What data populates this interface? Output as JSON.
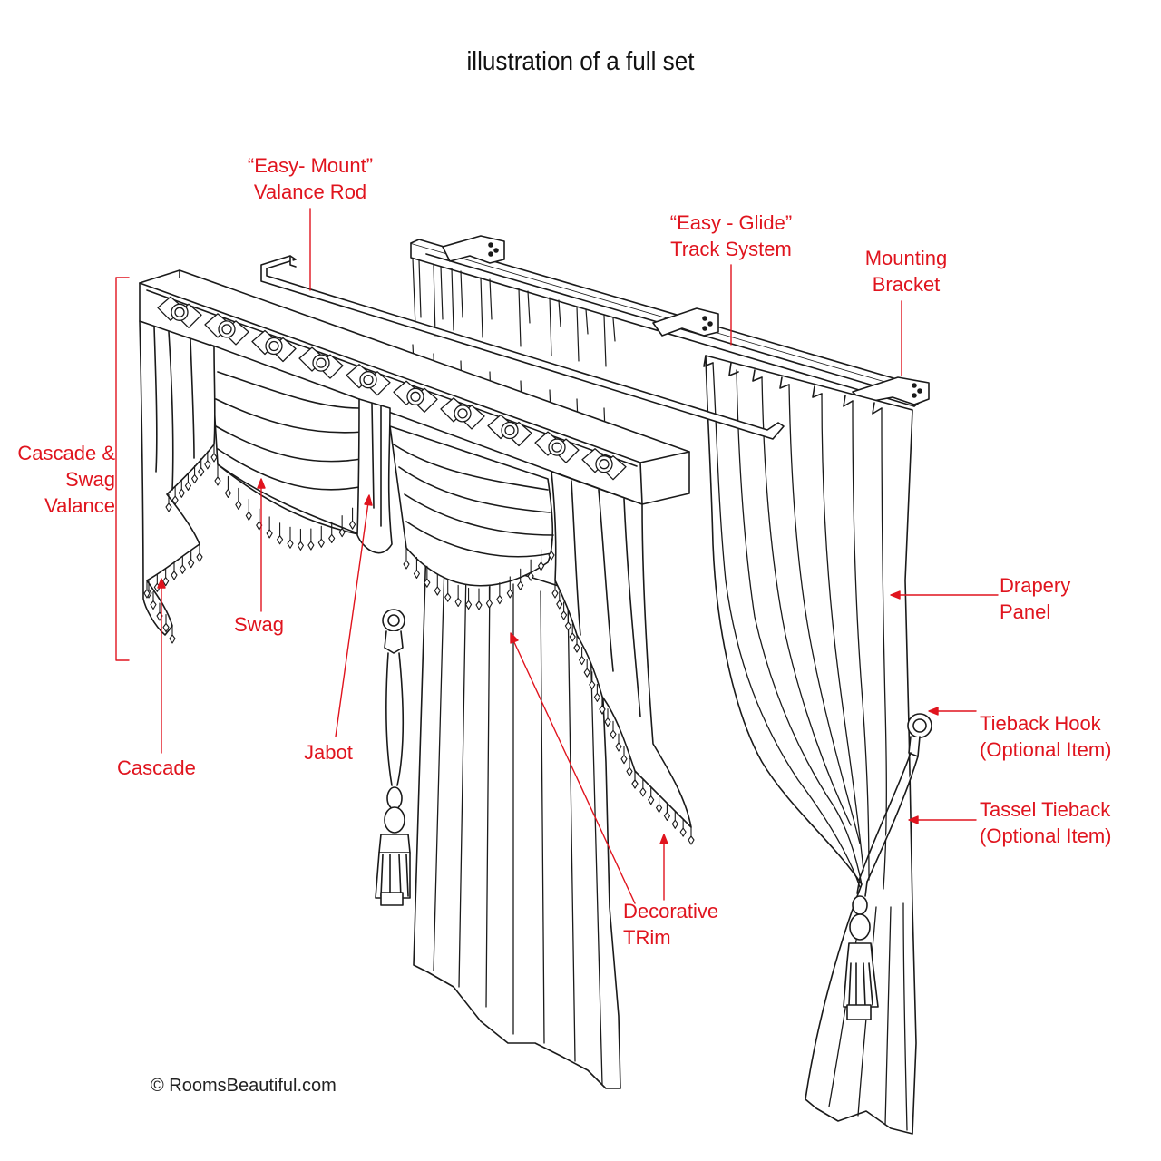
{
  "title": "illustration of a full set",
  "labels": {
    "valance_rod": "“Easy- Mount”\nValance Rod",
    "track_system": "“Easy - Glide”\nTrack System",
    "mounting_bracket": "Mounting\nBracket",
    "cascade_swag_valance": "Cascade &\nSwag\nValance",
    "drapery_panel": "Drapery\nPanel",
    "swag": "Swag",
    "jabot": "Jabot",
    "cascade": "Cascade",
    "tieback_hook": "Tieback Hook\n(Optional Item)",
    "tassel_tieback": "Tassel Tieback\n(Optional Item)",
    "decorative_trim": "Decorative\nTRim"
  },
  "copyright": "© RoomsBeautiful.com",
  "colors": {
    "label": "#e0141e",
    "line_art": "#1a1a1a",
    "background": "#ffffff"
  }
}
